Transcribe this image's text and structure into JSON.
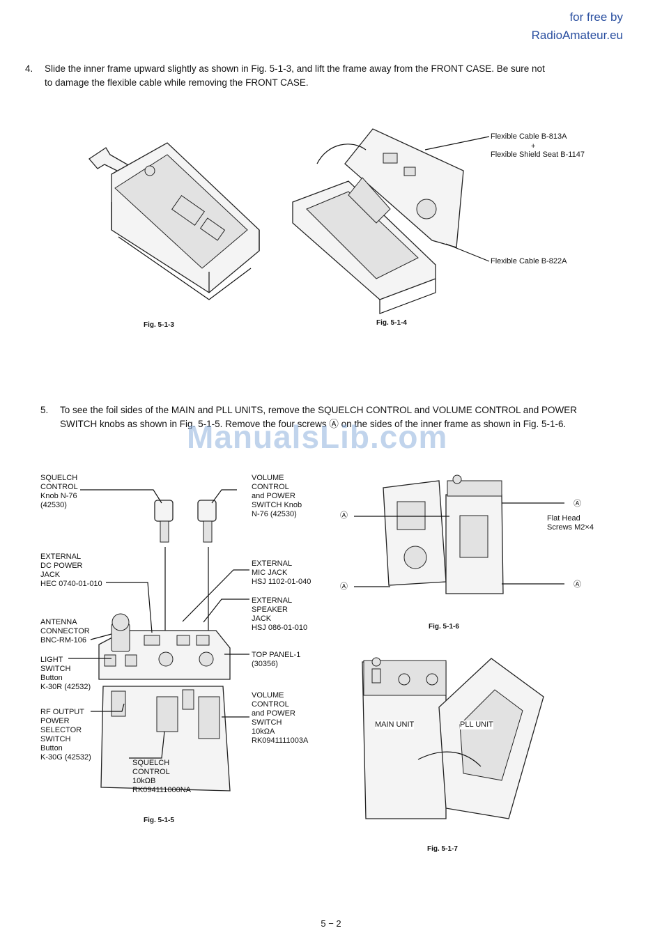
{
  "watermark": {
    "line1": "for free by",
    "line2": "RadioAmateur.eu",
    "site": "ManualsLib.com"
  },
  "step4": {
    "number": "4.",
    "line1": "Slide the inner frame upward slightly as shown in Fig. 5-1-3, and lift the frame away from the FRONT CASE. Be sure not",
    "line2": "to damage the flexible cable while removing the FRONT CASE."
  },
  "step5": {
    "number": "5.",
    "line1": "To see the foil sides of the MAIN and PLL UNITS, remove the SQUELCH CONTROL and VOLUME CONTROL and POWER",
    "line2": "SWITCH knobs as shown in Fig. 5-1-5. Remove the four screws Ⓐ on the sides of the inner frame as shown in Fig. 5-1-6."
  },
  "fig513": {
    "caption": "Fig. 5-1-3"
  },
  "fig514": {
    "caption": "Fig. 5-1-4",
    "labels": {
      "cable1": "Flexible Cable B-813A",
      "plus": "+",
      "seat": "Flexible Shield Seat B-1147",
      "cable2": "Flexible Cable B-822A"
    }
  },
  "fig515": {
    "caption": "Fig. 5-1-5",
    "labels": {
      "squelch_knob": "SQUELCH\nCONTROL\nKnob N-76\n(42530)",
      "volume_knob": "VOLUME\nCONTROL\nand POWER\nSWITCH Knob\nN-76 (42530)",
      "dc_jack": "EXTERNAL\nDC POWER\nJACK\nHEC 0740-01-010",
      "mic_jack": "EXTERNAL\nMIC JACK\nHSJ 1102-01-040",
      "speaker_jack": "EXTERNAL\nSPEAKER\nJACK\nHSJ 086-01-010",
      "antenna": "ANTENNA\nCONNECTOR\nBNC-RM-106",
      "light_switch": "LIGHT\nSWITCH\nButton\nK-30R (42532)",
      "top_panel": "TOP PANEL-1\n(30356)",
      "rf_switch": "RF OUTPUT\nPOWER\nSELECTOR\nSWITCH\nButton\nK-30G (42532)",
      "volume_switch": "VOLUME\nCONTROL\nand POWER\nSWITCH\n10kΩA\nRK0941111003A",
      "squelch_control": "SQUELCH\nCONTROL\n10kΩB\nRK094111000NA"
    }
  },
  "fig516": {
    "caption": "Fig. 5-1-6",
    "screw_mark": "Ⓐ",
    "labels": {
      "screws": "Flat Head\nScrews M2×4"
    }
  },
  "fig517": {
    "caption": "Fig. 5-1-7",
    "labels": {
      "main_unit": "MAIN UNIT",
      "pll_unit": "PLL UNIT"
    }
  },
  "page_number": "5 − 2"
}
